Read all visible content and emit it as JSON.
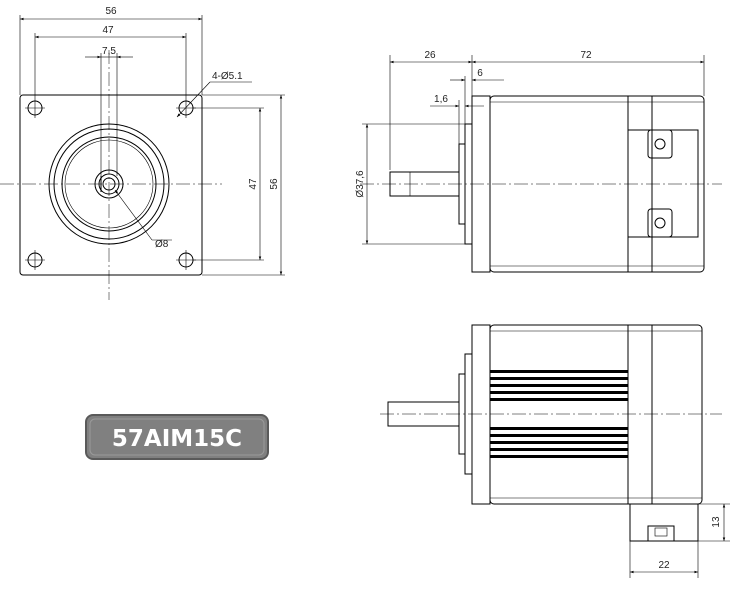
{
  "model_label": "57AIM15C",
  "colors": {
    "line": "#000000",
    "badge_fill": "#808080",
    "badge_border": "#5a5a5a",
    "badge_text": "#ffffff"
  },
  "front_view": {
    "dim_overall_width": "56",
    "dim_hole_spacing_h": "47",
    "dim_shaft_flat": "7,5",
    "dim_holes": "4-Ø5.1",
    "dim_shaft_dia": "Ø8",
    "dim_hole_spacing_v": "47",
    "dim_overall_height": "56"
  },
  "side_view": {
    "dim_shaft_length": "26",
    "dim_body_length": "72",
    "dim_flange_thickness": "6",
    "dim_pilot_depth": "1,6",
    "dim_pilot_dia": "Ø37,6"
  },
  "bottom_view": {
    "dim_connector_height": "13",
    "dim_connector_width": "22"
  }
}
